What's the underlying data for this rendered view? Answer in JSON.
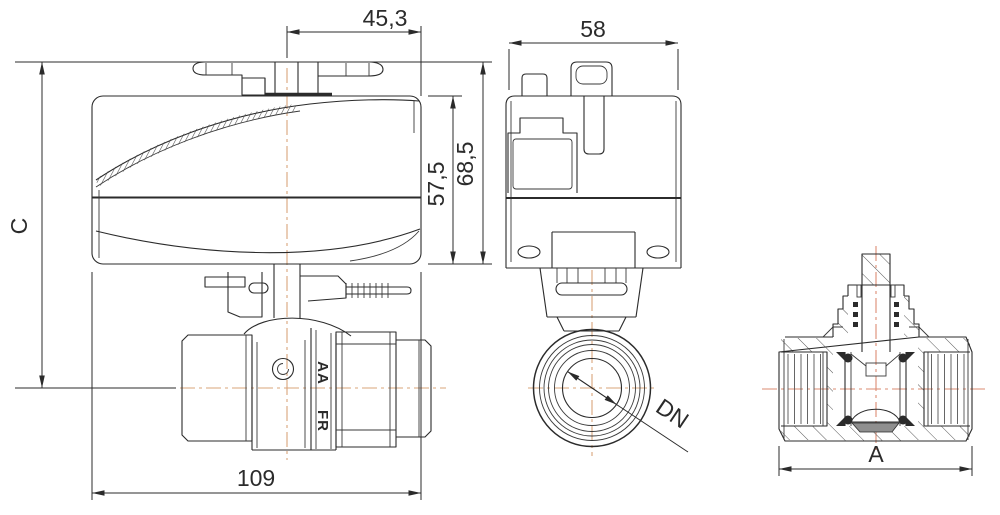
{
  "drawing": {
    "type": "technical-dimensional-drawing",
    "subject": "motorized ball valve with actuator, three orthographic views",
    "colors": {
      "background": "#ffffff",
      "line": "#2b2b2b",
      "centerline_tan": "#d9a47a",
      "centerline_red": "#db8b72",
      "hatch": "#5a5a5a",
      "ball_shadow": "#8f8f8f"
    },
    "front_view": {
      "dim_top_offset": "45,3",
      "dim_height_ref": "C",
      "dim_height_body": "57,5",
      "dim_height_total": "68,5",
      "dim_length": "109",
      "marking_top": "AA",
      "marking_bottom": "FR"
    },
    "side_view": {
      "dim_width": "58",
      "dim_bore": "DN"
    },
    "section_view": {
      "dim_length": "A"
    }
  }
}
